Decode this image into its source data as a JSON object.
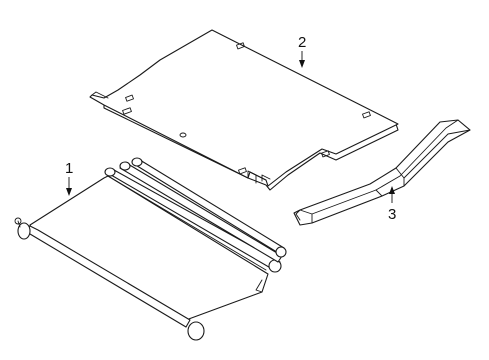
{
  "callouts": [
    {
      "id": "1",
      "label": "1"
    },
    {
      "id": "2",
      "label": "2"
    },
    {
      "id": "3",
      "label": "3"
    }
  ]
}
